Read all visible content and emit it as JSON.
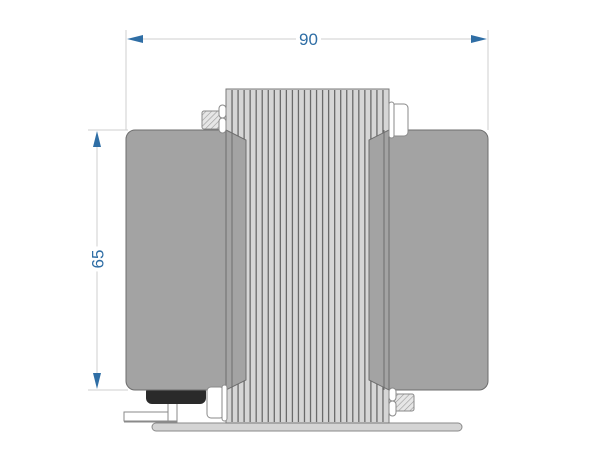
{
  "drawing": {
    "subject": "Transformer side view",
    "dimensions": {
      "width": {
        "value": "90",
        "orientation": "horizontal"
      },
      "height": {
        "value": "65",
        "orientation": "vertical"
      }
    },
    "colors": {
      "dimension": "#2f6ea5",
      "extension_line": "#c8c8c8",
      "coil": "#a3a3a3",
      "coil_outline": "#6e6e6e",
      "core_light": "#d6d6d6",
      "core_line": "#6a6a6a",
      "terminal": "#2a2a2a",
      "base_plate": "#d2d2d2",
      "nut": "#ffffff",
      "bolt_hatch": "#d9d9d9"
    },
    "core": {
      "lamination_count": 26
    },
    "components": [
      "left-coil",
      "right-coil",
      "laminated-core",
      "top-left-bolt",
      "top-right-nut",
      "bottom-left-nut",
      "bottom-right-bolt",
      "terminal-block",
      "mounting-plate",
      "lead-wire"
    ]
  }
}
